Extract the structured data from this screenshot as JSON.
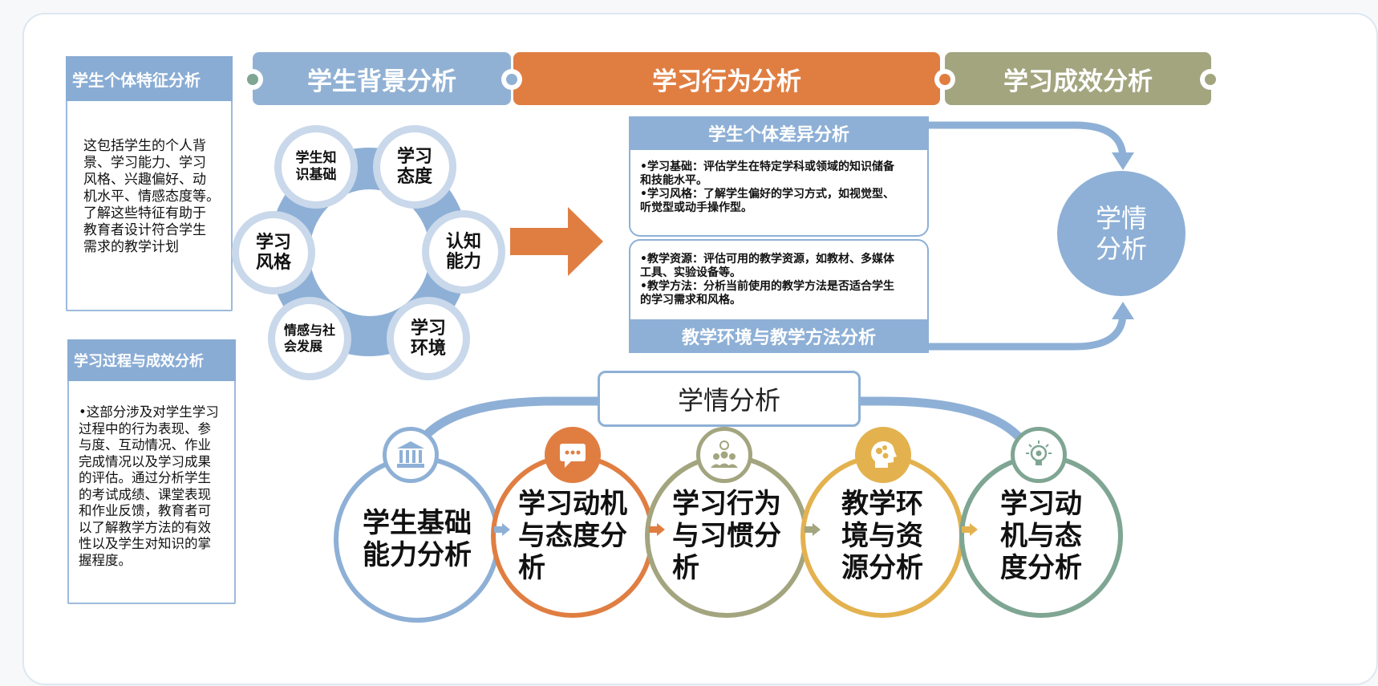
{
  "left": {
    "box1": {
      "title": "学生个体特征分析",
      "lines": [
        "这包括学生的个人背",
        "景、学习能力、学习",
        "风格、兴趣偏好、动",
        "机水平、情感态度等。",
        "了解这些特征有助于",
        "教育者设计符合学生",
        "需求的教学计划"
      ]
    },
    "box2": {
      "title": "学习过程与成效分析",
      "lines": [
        "•这部分涉及对学生学习",
        "过程中的行为表现、参",
        "与度、互动情况、作业",
        "完成情况以及学习成果",
        "的评估。通过分析学生",
        "的考试成绩、课堂表现",
        "和作业反馈，教育者可",
        "以了解教学方法的有效",
        "性以及学生对知识的掌",
        "握程度。"
      ]
    }
  },
  "banners": [
    {
      "label": "学生背景分析",
      "color": "#91b1d4"
    },
    {
      "label": "学习行为分析",
      "color": "#e07e42"
    },
    {
      "label": "学习成效分析",
      "color": "#a3a57f"
    }
  ],
  "wheel": {
    "petals": [
      "学生知识基础",
      "学习态度",
      "认知能力",
      "学习环境",
      "情感与社会发展",
      "学习风格"
    ]
  },
  "panels": {
    "top_title": "学生个体差异分析",
    "top_lines": [
      "•学习基础：评估学生在特定学科或领域的知识储备",
      "和技能水平。",
      "•学习风格：了解学生偏好的学习方式，如视觉型、",
      "听觉型或动手操作型。"
    ],
    "bottom_lines": [
      "•教学资源：评估可用的教学资源，如教材、多媒体",
      "工具、实验设备等。",
      "•教学方法：分析当前使用的教学方法是否适合学生",
      "的学习需求和风格。"
    ],
    "bottom_title": "教学环境与教学方法分析"
  },
  "result_circle": "学情分析",
  "bottom": {
    "header": "学情分析",
    "circles": [
      {
        "label": "学生基础能力分析",
        "color": "#8eb0d6",
        "icon": "institution-icon"
      },
      {
        "label": "学习动机与态度分析",
        "color": "#e07e42",
        "icon": "chat-bubble-icon"
      },
      {
        "label": "学习行为与习惯分析",
        "color": "#a3a57f",
        "icon": "team-idea-icon"
      },
      {
        "label": "教学环境与资源分析",
        "color": "#e3b24f",
        "icon": "head-gears-icon"
      },
      {
        "label": "学习动机与态度分析",
        "color": "#7fa593",
        "icon": "lightbulb-gear-icon"
      }
    ]
  }
}
